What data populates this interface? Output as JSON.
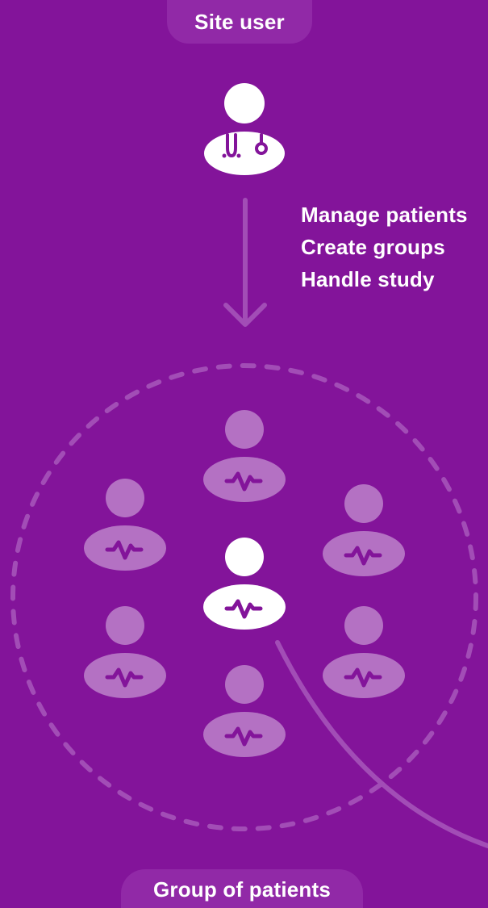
{
  "site_user": {
    "label": "Site user",
    "icon": "doctor-stethoscope-icon"
  },
  "actions": [
    "Manage patients",
    "Create groups",
    "Handle study"
  ],
  "group": {
    "label": "Group of patients",
    "patient_icon": "patient-heartbeat-icon",
    "patient_count": 7
  },
  "colors": {
    "background": "#83149A",
    "pill": "#9129A7",
    "icon_white": "#FFFFFF",
    "icon_faded": "#B471C3",
    "connector": "#A24DB6"
  }
}
